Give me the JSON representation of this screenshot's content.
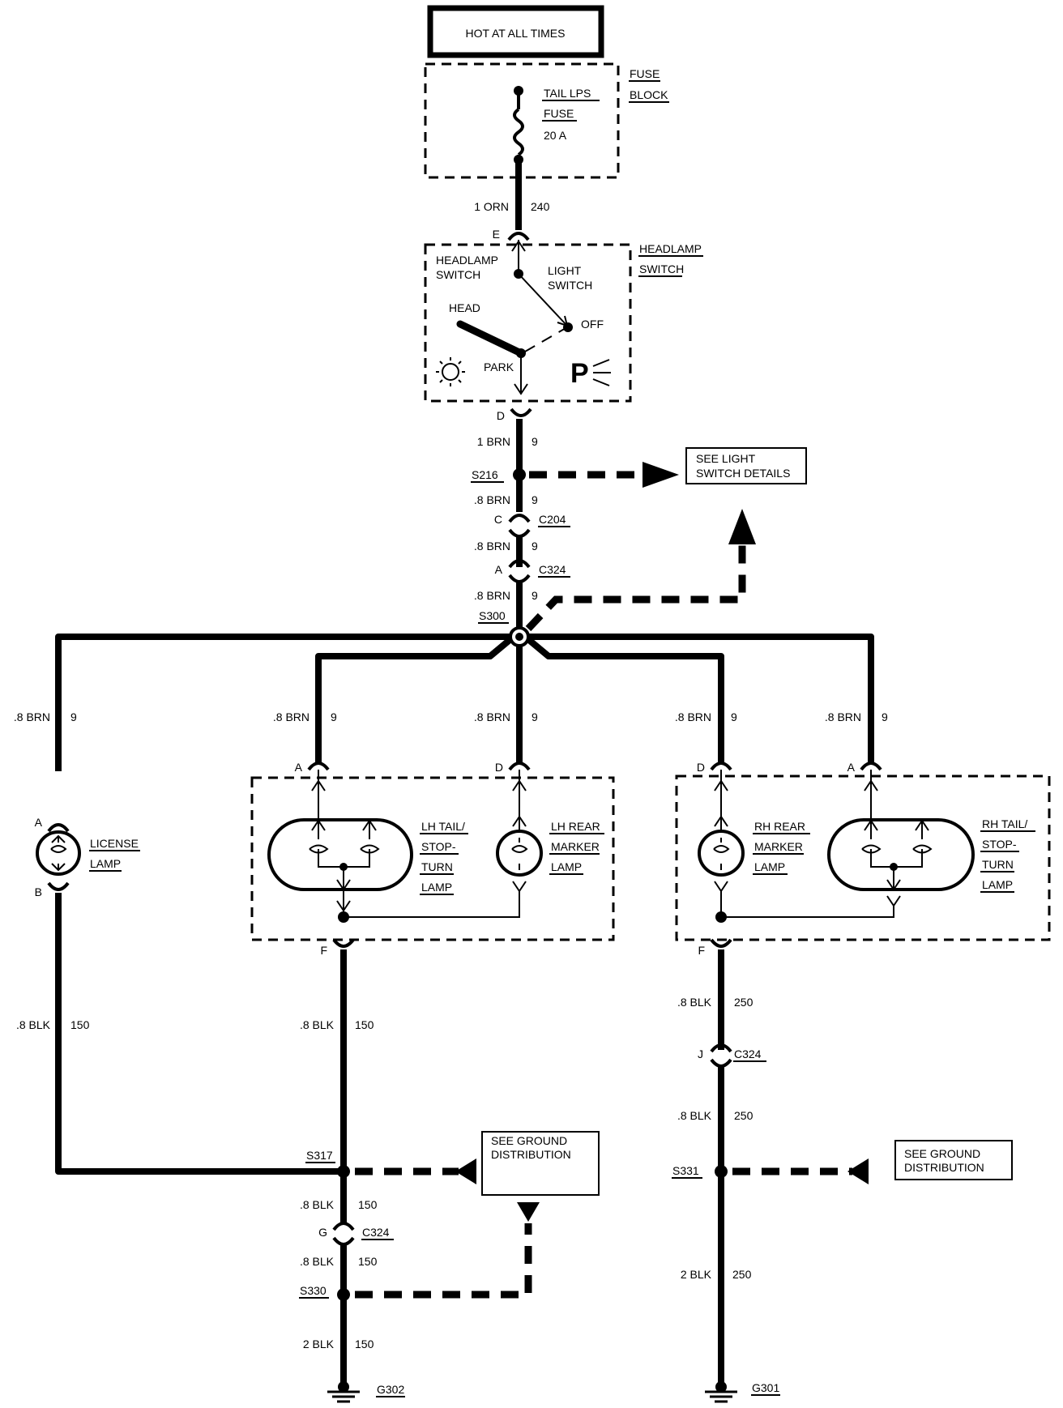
{
  "hot_box": "HOT AT ALL TIMES",
  "fuse_block": {
    "label1": "FUSE",
    "label2": "BLOCK",
    "fuse1": "TAIL LPS",
    "fuse2": "FUSE",
    "rating": "20 A"
  },
  "wire_240": {
    "size": "1 ORN",
    "circuit": "240"
  },
  "headlamp_switch": {
    "ref1": "HEADLAMP",
    "ref2": "SWITCH",
    "inner1": "HEADLAMP",
    "inner2": "SWITCH",
    "light1": "LIGHT",
    "light2": "SWITCH",
    "head": "HEAD",
    "park": "PARK",
    "off": "OFF",
    "p": "P",
    "pin_e": "E",
    "pin_d": "D"
  },
  "wire_9_main": {
    "size": "1 BRN",
    "circuit": "9"
  },
  "s216": "S216",
  "see_light": {
    "line1": "SEE LIGHT",
    "line2": "SWITCH DETAILS"
  },
  "seg_c204": {
    "size": ".8 BRN",
    "circuit": "9",
    "pin": "C",
    "conn": "C204"
  },
  "seg_c324": {
    "size": ".8 BRN",
    "circuit": "9",
    "pin": "A",
    "conn": "C324"
  },
  "seg_s300": {
    "size": ".8 BRN",
    "circuit": "9",
    "splice": "S300"
  },
  "branches": [
    {
      "size": ".8 BRN",
      "circuit": "9"
    },
    {
      "size": ".8 BRN",
      "circuit": "9"
    },
    {
      "size": ".8 BRN",
      "circuit": "9"
    },
    {
      "size": ".8 BRN",
      "circuit": "9"
    },
    {
      "size": ".8 BRN",
      "circuit": "9"
    }
  ],
  "license_lamp": {
    "l1": "LICENSE",
    "l2": "LAMP",
    "pin_a": "A",
    "pin_b": "B"
  },
  "lh_tail": {
    "l1": "LH TAIL/",
    "l2": "STOP-",
    "l3": "TURN",
    "l4": "LAMP",
    "pin_a": "A",
    "pin_d": "D",
    "pin_f": "F"
  },
  "lh_rear": {
    "l1": "LH REAR",
    "l2": "MARKER",
    "l3": "LAMP"
  },
  "rh_rear": {
    "l1": "RH REAR",
    "l2": "MARKER",
    "l3": "LAMP",
    "pin_d": "D",
    "pin_a": "A",
    "pin_f": "F"
  },
  "rh_tail": {
    "l1": "RH TAIL/",
    "l2": "STOP-",
    "l3": "TURN",
    "l4": "LAMP"
  },
  "gnd_left": {
    "lic": {
      "size": ".8 BLK",
      "circuit": "150"
    },
    "lh": {
      "size": ".8 BLK",
      "circuit": "150"
    },
    "s317": "S317",
    "seg1": {
      "size": ".8 BLK",
      "circuit": "150",
      "pin": "G",
      "conn": "C324"
    },
    "seg2": {
      "size": ".8 BLK",
      "circuit": "150"
    },
    "s330": "S330",
    "seg3": {
      "size": "2 BLK",
      "circuit": "150"
    },
    "g": "G302",
    "see1": "SEE GROUND",
    "see2": "DISTRIBUTION"
  },
  "gnd_right": {
    "seg1": {
      "size": ".8 BLK",
      "circuit": "250"
    },
    "conn_pin": "J",
    "conn": "C324",
    "seg2": {
      "size": ".8 BLK",
      "circuit": "250"
    },
    "s331": "S331",
    "seg3": {
      "size": "2 BLK",
      "circuit": "250"
    },
    "g": "G301",
    "see1": "SEE GROUND",
    "see2": "DISTRIBUTION"
  }
}
